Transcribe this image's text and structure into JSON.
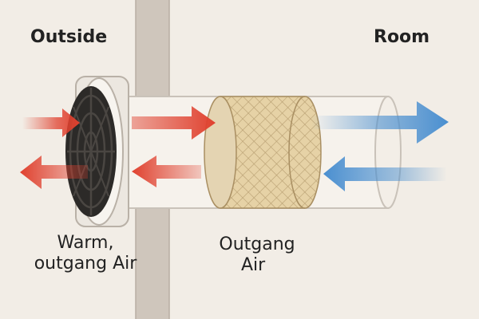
{
  "labels": {
    "outside": "Outside",
    "room": "Room",
    "warm_line1": "Warm,",
    "warm_line2": "outgang Air",
    "outgang_line1": "Outgang",
    "outgang_line2": "Air"
  },
  "colors": {
    "background": "#f2ede6",
    "wall": "#cfc6bc",
    "tube": "#f6f2ec",
    "tube_outline": "#c9c2b9",
    "filter": "#e6d2a6",
    "filter_mesh": "#b89f72",
    "vent_dark": "#2c2a28",
    "warm_arrow": "#e0412f",
    "cool_arrow": "#4a8fd0"
  },
  "icons": [
    "outdoor-vent-icon",
    "wall-icon",
    "duct-tube-icon",
    "filter-cartridge-icon",
    "warm-airflow-arrow-icon",
    "cool-airflow-arrow-icon"
  ]
}
